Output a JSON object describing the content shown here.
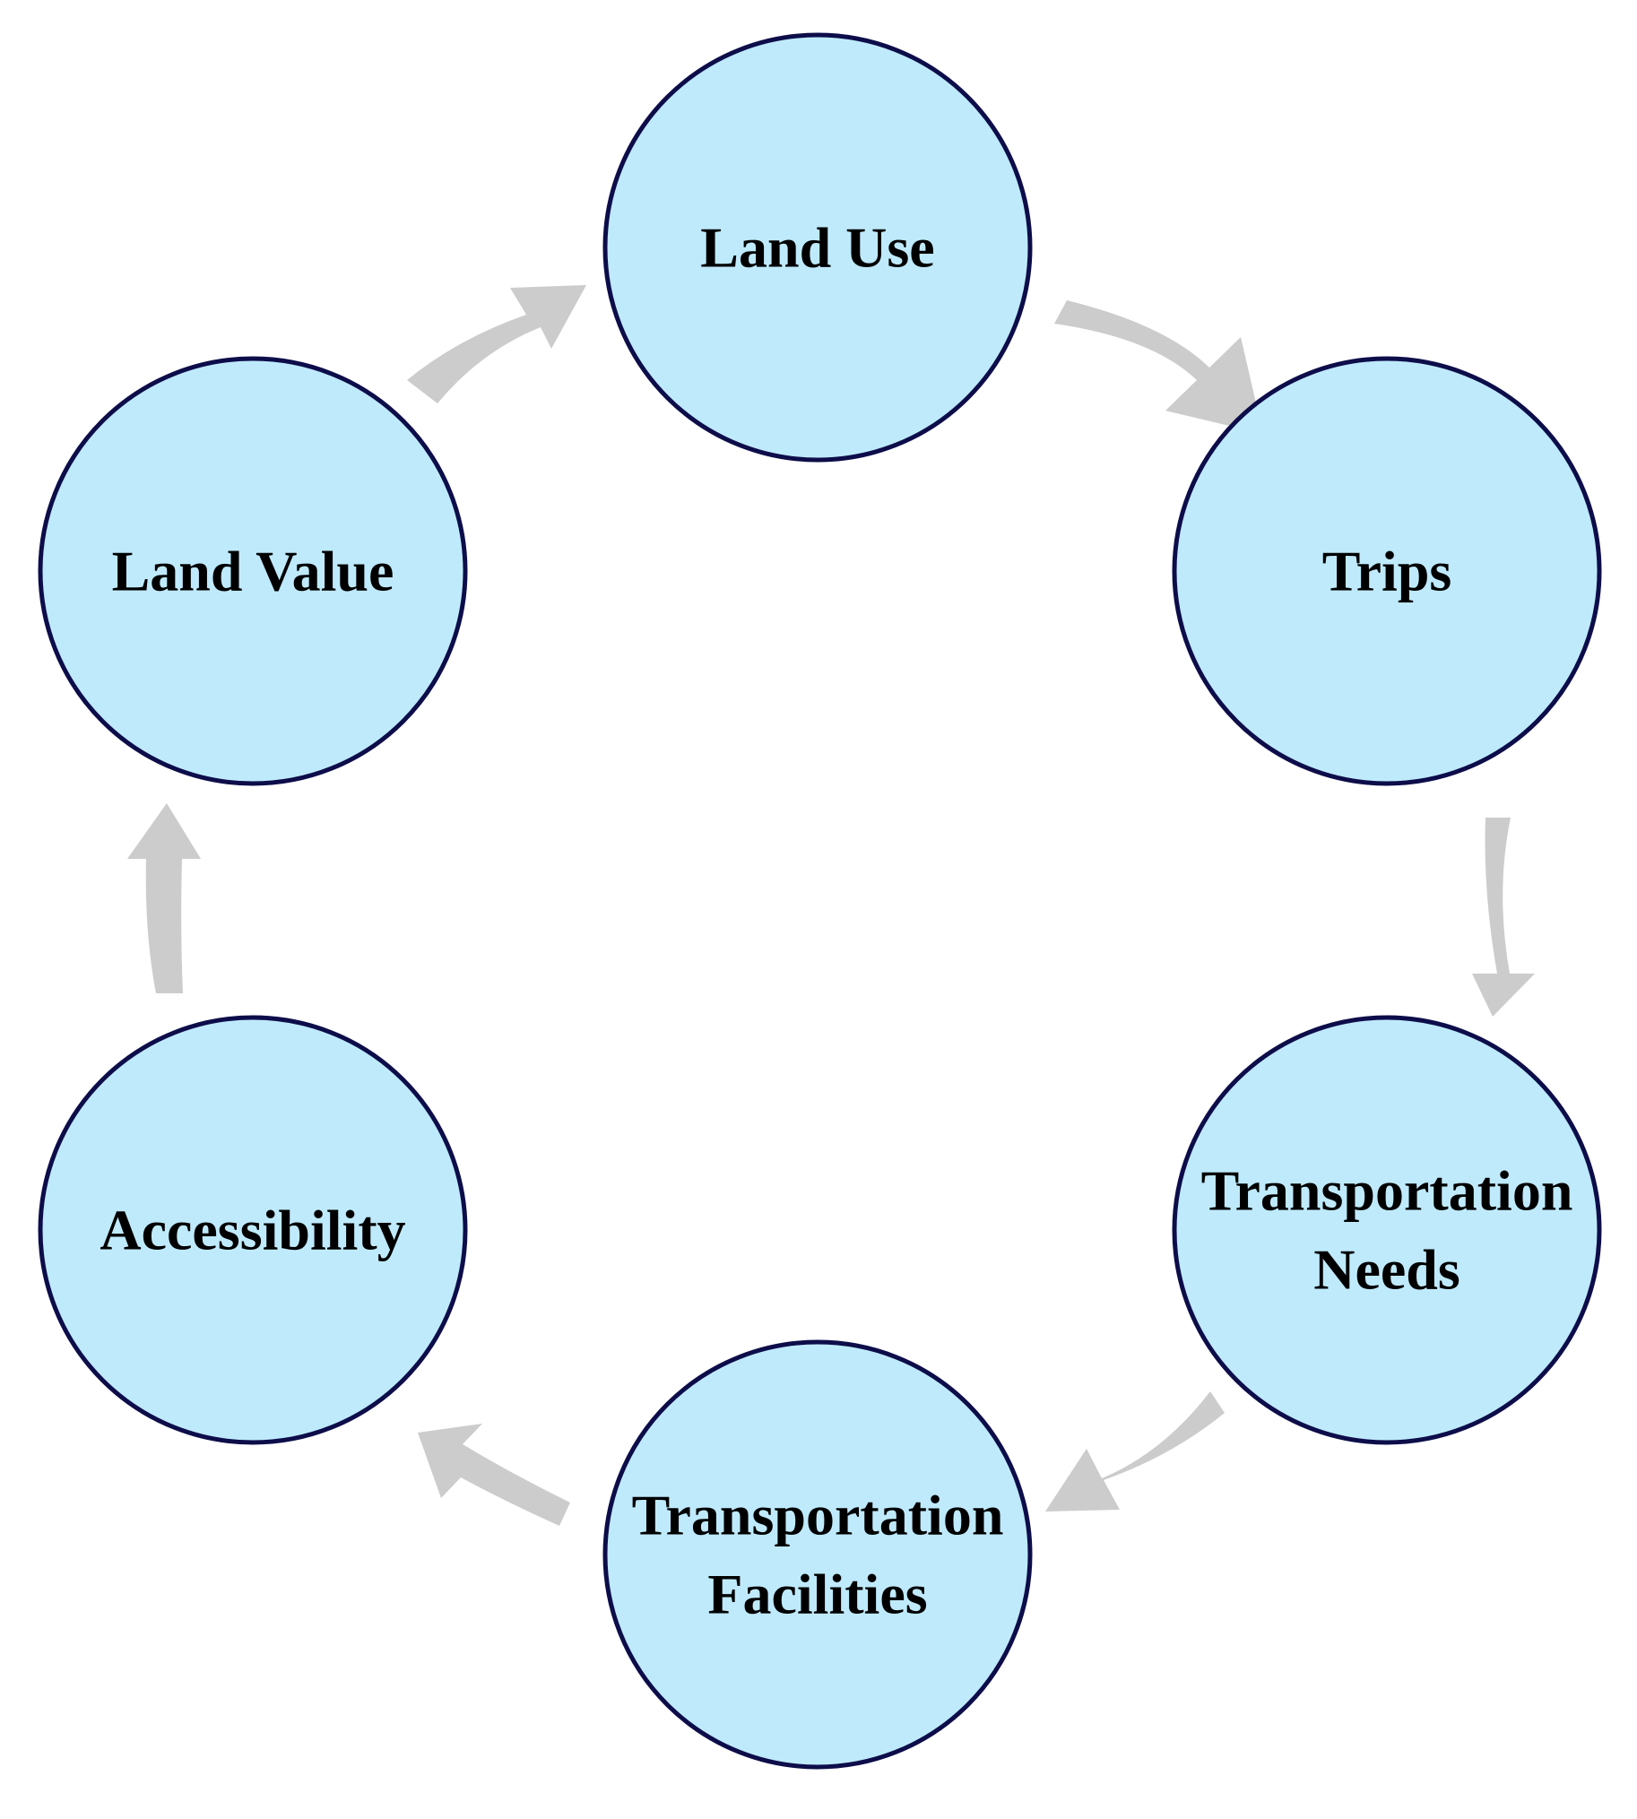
{
  "diagram": {
    "type": "cycle",
    "colors": {
      "node_fill": "#bfeafc",
      "node_stroke": "#0d0d4a",
      "arrow": "#cccccc",
      "text": "#000000"
    },
    "nodes": [
      {
        "id": "land-use",
        "lines": [
          "Land Use"
        ]
      },
      {
        "id": "trips",
        "lines": [
          "Trips"
        ]
      },
      {
        "id": "transportation-needs",
        "lines": [
          "Transportation",
          "Needs"
        ]
      },
      {
        "id": "transportation-facilities",
        "lines": [
          "Transportation",
          "Facilities"
        ]
      },
      {
        "id": "accessibility",
        "lines": [
          "Accessibility"
        ]
      },
      {
        "id": "land-value",
        "lines": [
          "Land Value"
        ]
      }
    ],
    "flow": [
      {
        "from": "land-use",
        "to": "trips"
      },
      {
        "from": "trips",
        "to": "transportation-needs"
      },
      {
        "from": "transportation-needs",
        "to": "transportation-facilities"
      },
      {
        "from": "transportation-facilities",
        "to": "accessibility"
      },
      {
        "from": "accessibility",
        "to": "land-value"
      },
      {
        "from": "land-value",
        "to": "land-use"
      }
    ]
  }
}
